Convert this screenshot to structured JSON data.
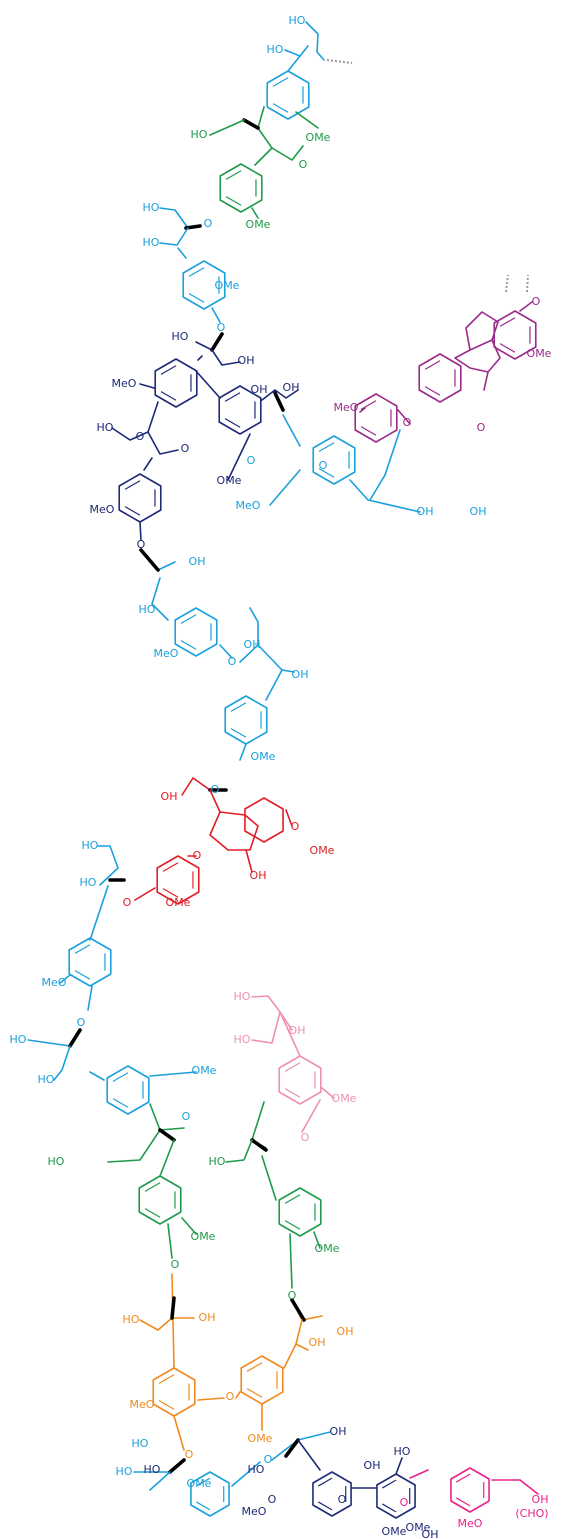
{
  "colors": {
    "bO4": "#1aa0dc",
    "b5": "#1f9a4a",
    "bb": "#9b2a8a",
    "dbdo": "#1e2a78",
    "spiro": "#e01e26",
    "4O5": "#f08a1e",
    "b1": "#ef8fb6",
    "end": "#e8238c",
    "bold": "#000000",
    "dash": "#9a9a9a"
  },
  "labels": [
    {
      "id": "HO_1",
      "text": "HO",
      "c": "bO4"
    },
    {
      "id": "HO_2",
      "text": "HO",
      "c": "bO4"
    },
    {
      "id": "OMe_3",
      "text": "OMe",
      "c": "b5"
    },
    {
      "id": "HO_4",
      "text": "HO",
      "c": "b5"
    },
    {
      "id": "O_5",
      "text": "O",
      "c": "b5"
    },
    {
      "id": "HO_6",
      "text": "HO",
      "c": "bO4"
    },
    {
      "id": "HO_7",
      "text": "HO",
      "c": "bO4"
    },
    {
      "id": "O_8",
      "text": "O",
      "c": "bO4"
    },
    {
      "id": "OMe_9",
      "text": "OMe",
      "c": "b5"
    },
    {
      "id": "OMe_10",
      "text": "OMe",
      "c": "bO4"
    },
    {
      "id": "O_11",
      "text": "O",
      "c": "bO4"
    },
    {
      "id": "HO_12",
      "text": "HO",
      "c": "dbdo"
    },
    {
      "id": "OH_13",
      "text": "OH",
      "c": "dbdo"
    },
    {
      "id": "O_14",
      "text": "O",
      "c": "bb"
    },
    {
      "id": "OMe_15",
      "text": "OMe",
      "c": "bb"
    },
    {
      "id": "MeO_16",
      "text": "MeO",
      "c": "dbdo"
    },
    {
      "id": "OH_17",
      "text": "OH",
      "c": "dbdo"
    },
    {
      "id": "OH_18",
      "text": "OH",
      "c": "dbdo"
    },
    {
      "id": "MeO_19",
      "text": "MeO",
      "c": "bb"
    },
    {
      "id": "O_20",
      "text": "O",
      "c": "bb"
    },
    {
      "id": "O_21",
      "text": "O",
      "c": "bb"
    },
    {
      "id": "HO_22",
      "text": "HO",
      "c": "dbdo"
    },
    {
      "id": "O_23",
      "text": "O",
      "c": "dbdo"
    },
    {
      "id": "O_24",
      "text": "O",
      "c": "dbdo"
    },
    {
      "id": "O_25",
      "text": "O",
      "c": "bO4"
    },
    {
      "id": "O_26",
      "text": "O",
      "c": "bO4"
    },
    {
      "id": "OMe_27",
      "text": "OMe",
      "c": "dbdo"
    },
    {
      "id": "MeO_28",
      "text": "MeO",
      "c": "bO4"
    },
    {
      "id": "OH_29",
      "text": "OH",
      "c": "bO4"
    },
    {
      "id": "OH_30",
      "text": "OH",
      "c": "bO4"
    },
    {
      "id": "MeO_31",
      "text": "MeO",
      "c": "dbdo"
    },
    {
      "id": "O_32",
      "text": "O",
      "c": "dbdo"
    },
    {
      "id": "OH_33",
      "text": "OH",
      "c": "bO4"
    },
    {
      "id": "HO_34",
      "text": "HO",
      "c": "bO4"
    },
    {
      "id": "OH_35",
      "text": "OH",
      "c": "bO4"
    },
    {
      "id": "MeO_36",
      "text": "MeO",
      "c": "bO4"
    },
    {
      "id": "O_37",
      "text": "O",
      "c": "bO4"
    },
    {
      "id": "OH_38",
      "text": "OH",
      "c": "bO4"
    },
    {
      "id": "OMe_39",
      "text": "OMe",
      "c": "bO4"
    },
    {
      "id": "OH_40",
      "text": "OH",
      "c": "spiro"
    },
    {
      "id": "O_41",
      "text": "O",
      "c": "bO4"
    },
    {
      "id": "O_42",
      "text": "O",
      "c": "spiro"
    },
    {
      "id": "O_43",
      "text": "O",
      "c": "spiro"
    },
    {
      "id": "OMe_44",
      "text": "OMe",
      "c": "spiro"
    },
    {
      "id": "HO_45",
      "text": "HO",
      "c": "bO4"
    },
    {
      "id": "OH_46",
      "text": "OH",
      "c": "spiro"
    },
    {
      "id": "HO_47",
      "text": "HO",
      "c": "bO4"
    },
    {
      "id": "O_48",
      "text": "O",
      "c": "spiro"
    },
    {
      "id": "OMe_49",
      "text": "OMe",
      "c": "spiro"
    },
    {
      "id": "MeO_50",
      "text": "MeO",
      "c": "bO4"
    },
    {
      "id": "HO_51",
      "text": "HO",
      "c": "b1"
    },
    {
      "id": "OH_52",
      "text": "OH",
      "c": "b1"
    },
    {
      "id": "HO_53",
      "text": "HO",
      "c": "b1"
    },
    {
      "id": "O_54",
      "text": "O",
      "c": "bO4"
    },
    {
      "id": "HO_55",
      "text": "HO",
      "c": "bO4"
    },
    {
      "id": "OMe_56",
      "text": "OMe",
      "c": "bO4"
    },
    {
      "id": "OMe_57",
      "text": "OMe",
      "c": "b1"
    },
    {
      "id": "HO_58",
      "text": "HO",
      "c": "bO4"
    },
    {
      "id": "O_59",
      "text": "O",
      "c": "bO4"
    },
    {
      "id": "HO_60",
      "text": "HO",
      "c": "b5"
    },
    {
      "id": "HO_61",
      "text": "HO",
      "c": "b5"
    },
    {
      "id": "O_62",
      "text": "O",
      "c": "b1"
    },
    {
      "id": "OMe_63",
      "text": "OMe",
      "c": "b5"
    },
    {
      "id": "OMe_64",
      "text": "OMe",
      "c": "b5"
    },
    {
      "id": "O_65",
      "text": "O",
      "c": "b5"
    },
    {
      "id": "O_66",
      "text": "O",
      "c": "b5"
    },
    {
      "id": "HO_67",
      "text": "HO",
      "c": "4O5"
    },
    {
      "id": "OH_68",
      "text": "OH",
      "c": "4O5"
    },
    {
      "id": "OH_69",
      "text": "OH",
      "c": "4O5"
    },
    {
      "id": "OH_70",
      "text": "OH",
      "c": "4O5"
    },
    {
      "id": "MeO_71",
      "text": "MeO",
      "c": "4O5"
    },
    {
      "id": "O_72",
      "text": "O",
      "c": "4O5"
    },
    {
      "id": "OMe_73",
      "text": "OMe",
      "c": "4O5"
    },
    {
      "id": "O_74",
      "text": "O",
      "c": "4O5"
    },
    {
      "id": "HO_75",
      "text": "HO",
      "c": "bO4"
    },
    {
      "id": "OH_76",
      "text": "OH",
      "c": "dbdo"
    },
    {
      "id": "HO_77",
      "text": "HO",
      "c": "bO4"
    },
    {
      "id": "HO_78",
      "text": "HO",
      "c": "dbdo"
    },
    {
      "id": "OH_79",
      "text": "OH",
      "c": "dbdo"
    },
    {
      "id": "HO_80",
      "text": "HO",
      "c": "dbdo"
    },
    {
      "id": "O_81",
      "text": "O",
      "c": "bO4"
    },
    {
      "id": "OMe_82",
      "text": "OMe",
      "c": "bO4"
    },
    {
      "id": "O_83",
      "text": "O",
      "c": "end"
    },
    {
      "id": "MeO_84",
      "text": "MeO",
      "c": "dbdo"
    },
    {
      "id": "MeO_85",
      "text": "MeO",
      "c": "end"
    },
    {
      "id": "OMe_86",
      "text": "OMe",
      "c": "dbdo"
    },
    {
      "id": "OH_87",
      "text": "OH",
      "c": "end"
    },
    {
      "id": "CHO_88",
      "text": "(CHO)",
      "c": "end"
    },
    {
      "id": "O_89",
      "text": "O",
      "c": "dbdo"
    },
    {
      "id": "O_90",
      "text": "O",
      "c": "dbdo"
    },
    {
      "id": "HO_91",
      "text": "HO",
      "c": "dbdo"
    },
    {
      "id": "OMe_92",
      "text": "OMe",
      "c": "dbdo"
    },
    {
      "id": "OH_93",
      "text": "OH",
      "c": "dbdo"
    }
  ]
}
